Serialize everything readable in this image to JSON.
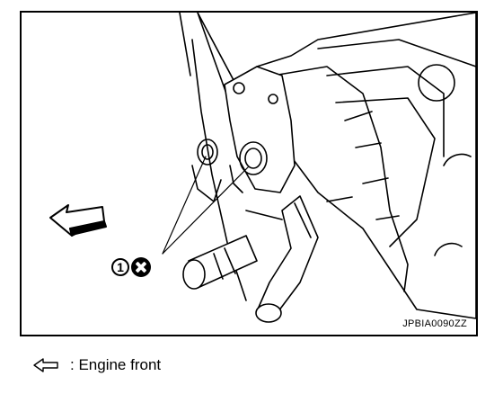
{
  "figure": {
    "part_number": "1",
    "drawing_code": "JPBIA0090ZZ"
  },
  "legend": {
    "text": ": Engine front",
    "icon": "hollow-left-arrow-icon"
  },
  "icons": {
    "front_arrow": "solid-left-arrow-icon",
    "do_not_reuse": "circled-x-icon"
  }
}
